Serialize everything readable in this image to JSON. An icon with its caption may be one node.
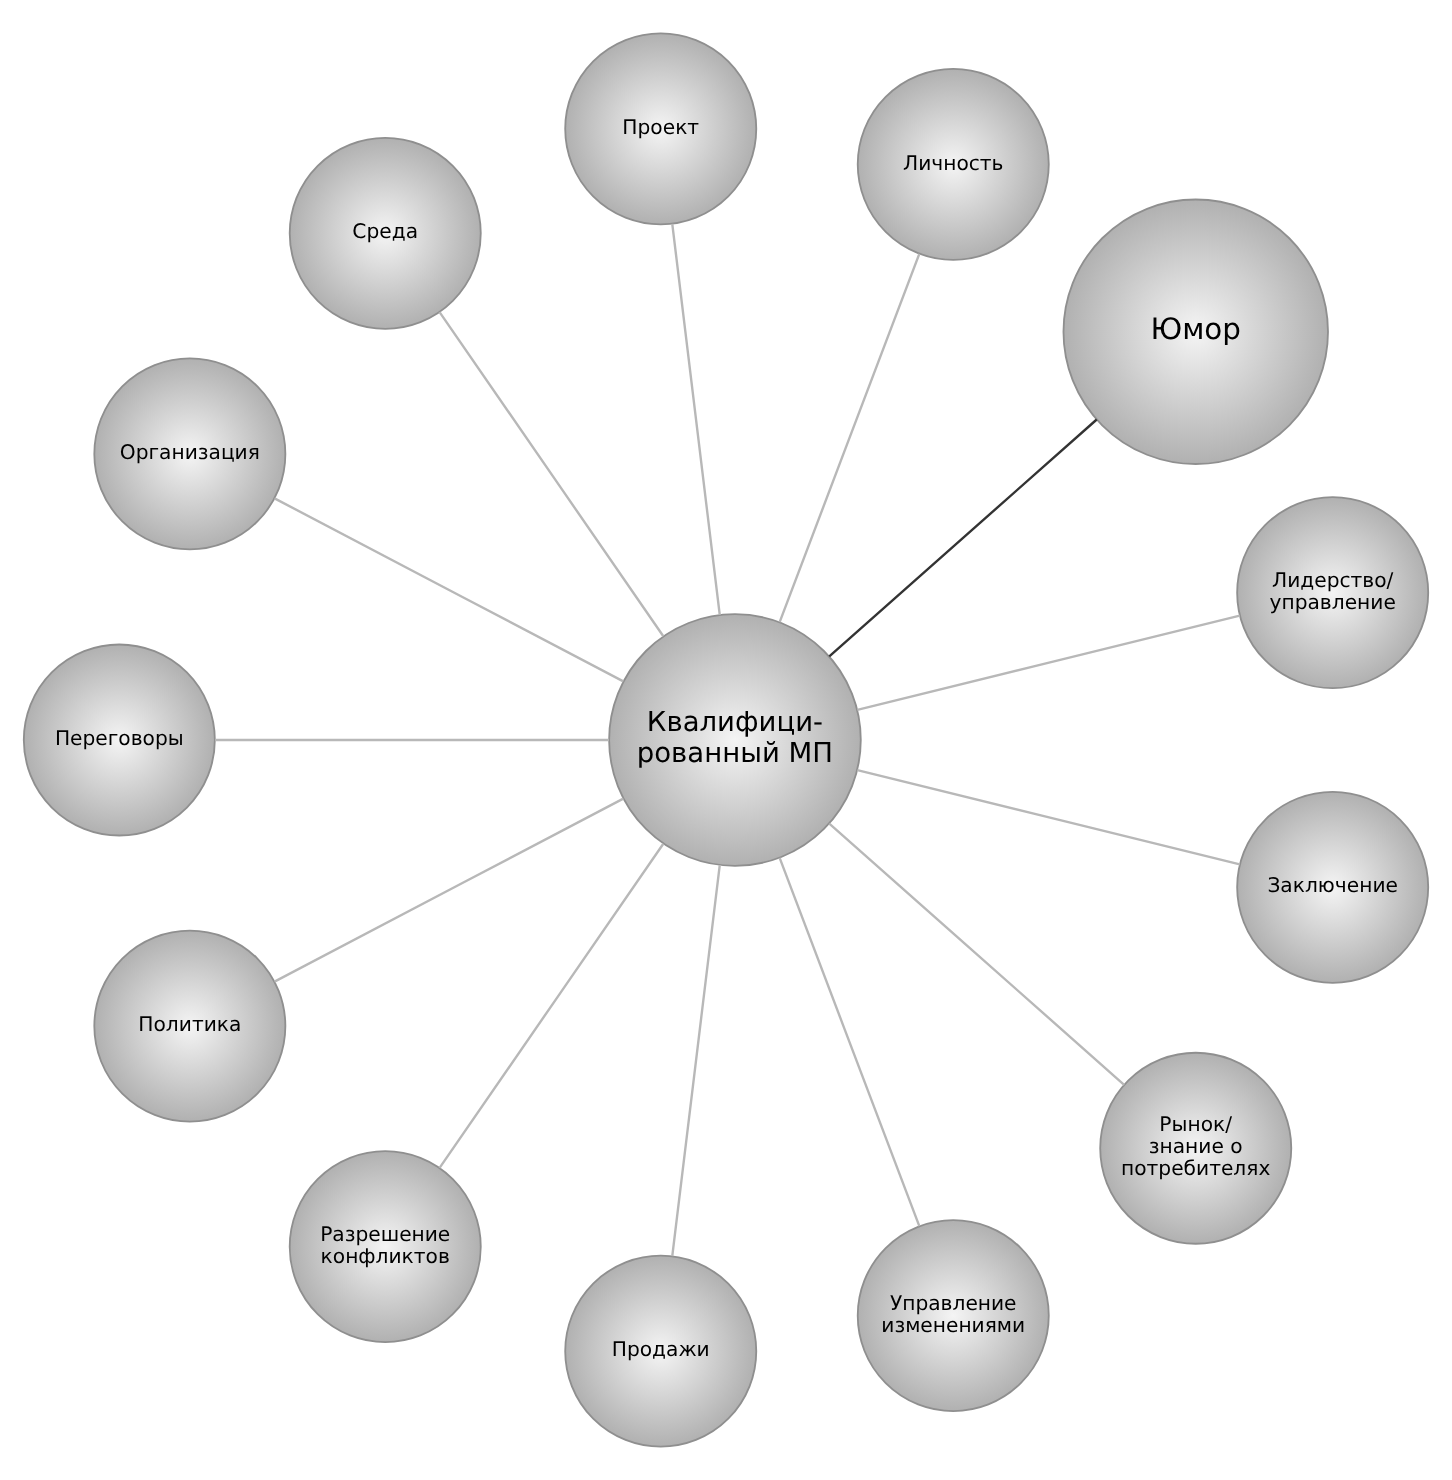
{
  "diagram": {
    "nodes": [
      {
        "text": [
          "Квалифици- рованный МП"
        ]
      },
      {
        "text": [
          "Лидерство/ управление"
        ]
      },
      {
        "text": [
          "Юмор"
        ]
      },
      {
        "text": [
          "Личность"
        ]
      },
      {
        "text": [
          "Проект"
        ]
      },
      {
        "text": [
          "Среда"
        ]
      },
      {
        "text": [
          "Организация"
        ]
      },
      {
        "text": [
          "Переговоры"
        ]
      },
      {
        "text": [
          "Политика"
        ]
      },
      {
        "text": [
          "Разрешение конфликтов"
        ]
      },
      {
        "text": [
          "Продажи"
        ]
      },
      {
        "text": [
          "Управление изменениями"
        ]
      },
      {
        "text": [
          "Рынок/ знание о потребителях"
        ]
      },
      {
        "text": [
          "Заключение"
        ]
      }
    ],
    "edges": [
      {
        "from": 0,
        "to": 1,
        "arrow": "none"
      },
      {
        "from": 0,
        "to": 2,
        "arrow": "none",
        "color": "#333333"
      },
      {
        "from": 0,
        "to": 3,
        "arrow": "none"
      },
      {
        "from": 0,
        "to": 4,
        "arrow": "none"
      },
      {
        "from": 0,
        "to": 5,
        "arrow": "none"
      },
      {
        "from": 0,
        "to": 6,
        "arrow": "none"
      },
      {
        "from": 0,
        "to": 7,
        "arrow": "none"
      },
      {
        "from": 0,
        "to": 8,
        "arrow": "none"
      },
      {
        "from": 0,
        "to": 9,
        "arrow": "none"
      },
      {
        "from": 0,
        "to": 10,
        "arrow": "none"
      },
      {
        "from": 0,
        "to": 11,
        "arrow": "none"
      },
      {
        "from": 0,
        "to": 12,
        "arrow": "none"
      },
      {
        "from": 0,
        "to": 13,
        "arrow": "none"
      }
    ]
  }
}
